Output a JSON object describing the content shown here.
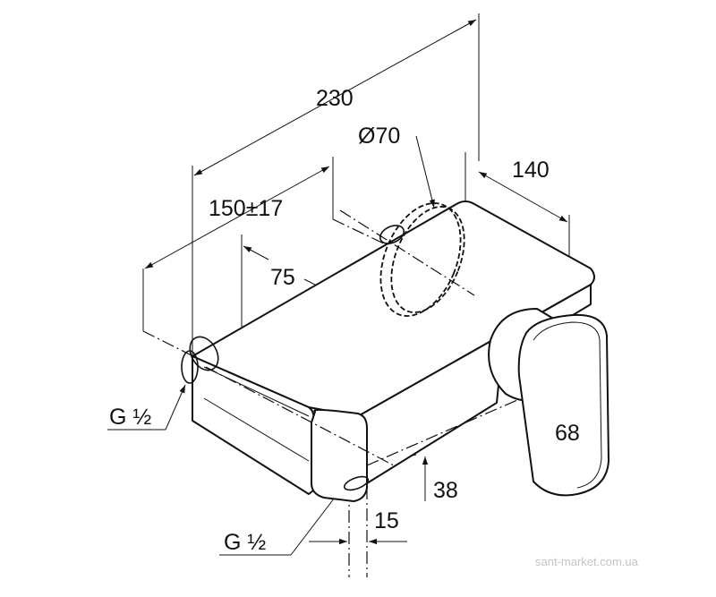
{
  "drawing": {
    "dimensions": {
      "overall_length": "230",
      "diameter": "Ø70",
      "depth": "140",
      "inlet_spacing": "150±17",
      "inlet_offset": "75",
      "handle_height": "68",
      "outlet_height": "38",
      "outlet_offset": "15"
    },
    "thread_labels": {
      "inlet": "G ½",
      "outlet": "G ½"
    }
  },
  "watermark": "sant-market.com.ua"
}
